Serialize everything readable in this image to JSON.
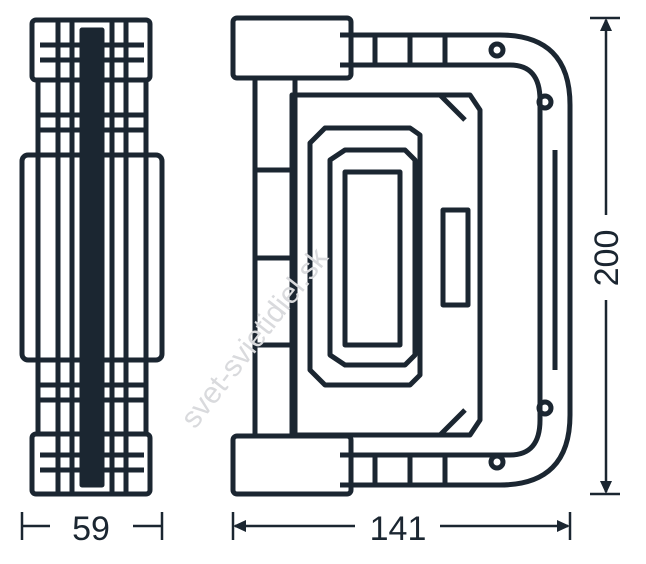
{
  "dimensions": {
    "depth": "59",
    "width": "141",
    "height": "200"
  },
  "watermark": "svet-svietidiel.sk",
  "colors": {
    "line": "#1b2631",
    "watermark": "#d9dadd"
  }
}
